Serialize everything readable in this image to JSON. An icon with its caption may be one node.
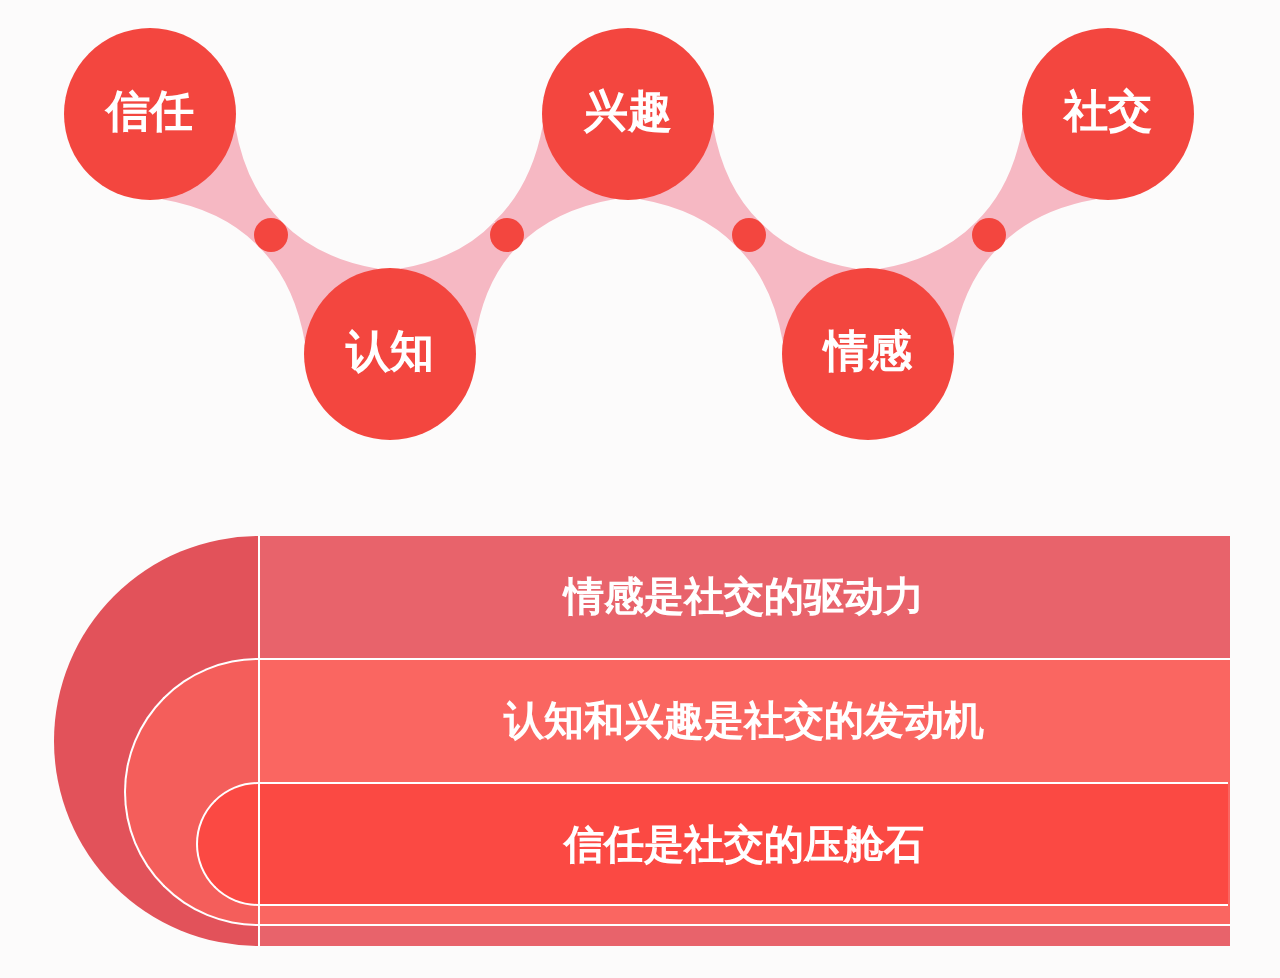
{
  "diagram": {
    "nodes": [
      {
        "text": [
          "信任"
        ]
      },
      {
        "text": [],
        "shape": "circle"
      },
      {
        "text": [
          "认知"
        ]
      },
      {
        "text": [],
        "shape": "circle"
      },
      {
        "text": [
          "兴趣"
        ]
      },
      {
        "text": [],
        "shape": "circle"
      },
      {
        "text": [
          "情感"
        ]
      },
      {
        "text": [],
        "shape": "circle"
      },
      {
        "text": [
          "社交"
        ]
      },
      {
        "text": [
          "情感是社交的驱动力"
        ]
      },
      {
        "text": [
          "认知和兴趣是社交的发动机"
        ],
        "in": 9
      },
      {
        "text": [
          "信任是社交的压舱石"
        ],
        "in": 10
      }
    ],
    "edges": [
      {
        "from": 0,
        "to": 1,
        "arrow": "none"
      },
      {
        "from": 1,
        "to": 2,
        "arrow": "none"
      },
      {
        "from": 2,
        "to": 3,
        "arrow": "none"
      },
      {
        "from": 3,
        "to": 4,
        "arrow": "none"
      },
      {
        "from": 4,
        "to": 5,
        "arrow": "none"
      },
      {
        "from": 5,
        "to": 6,
        "arrow": "none"
      },
      {
        "from": 6,
        "to": 7,
        "arrow": "none"
      },
      {
        "from": 7,
        "to": 8,
        "arrow": "none"
      }
    ]
  }
}
